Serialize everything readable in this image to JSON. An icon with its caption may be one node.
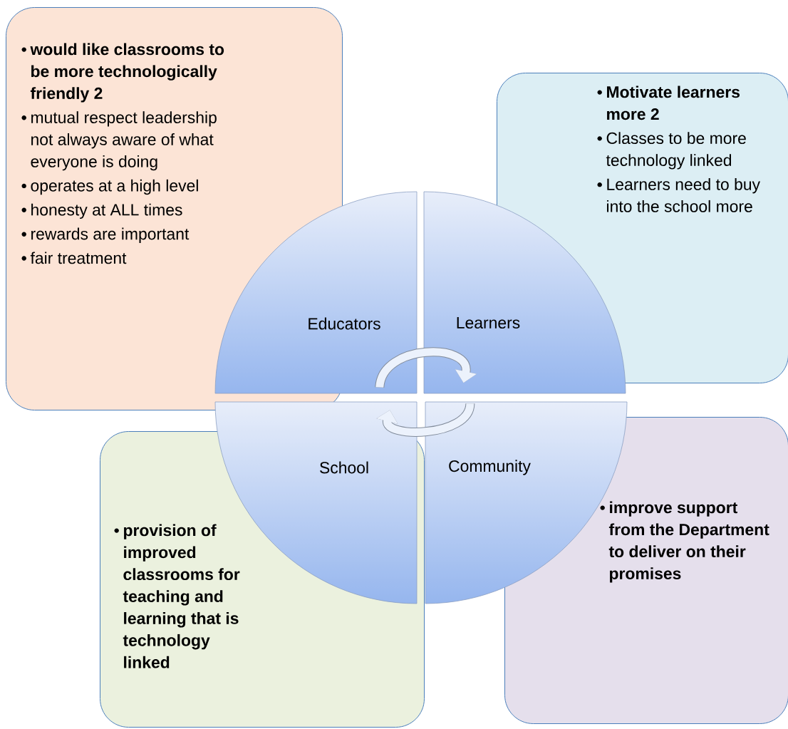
{
  "diagram": {
    "nodes": [
      {
        "text": [
          "would like classrooms to be more technologically friendly 2",
          "mutual respect leadership not always aware of what everyone is doing",
          "operates at a high level",
          "honesty at ALL times",
          "rewards are important",
          "fair treatment"
        ]
      },
      {
        "text": [
          "Motivate learners more 2",
          "Classes to be more technology linked",
          "Learners need to buy into the school more"
        ]
      },
      {
        "text": [
          "Educators"
        ]
      },
      {
        "text": [
          "Learners"
        ]
      },
      {
        "text": [
          "School"
        ]
      },
      {
        "text": [
          "Community"
        ]
      },
      {
        "text": [
          "provision of improved classrooms for teaching and learning that is technology linked"
        ]
      },
      {
        "text": [
          "improve support from the Department to deliver on their promises"
        ]
      }
    ],
    "edges": [
      {
        "from": 2,
        "to": 3,
        "arrow": "to"
      },
      {
        "from": 5,
        "to": 4,
        "arrow": "to"
      }
    ]
  }
}
